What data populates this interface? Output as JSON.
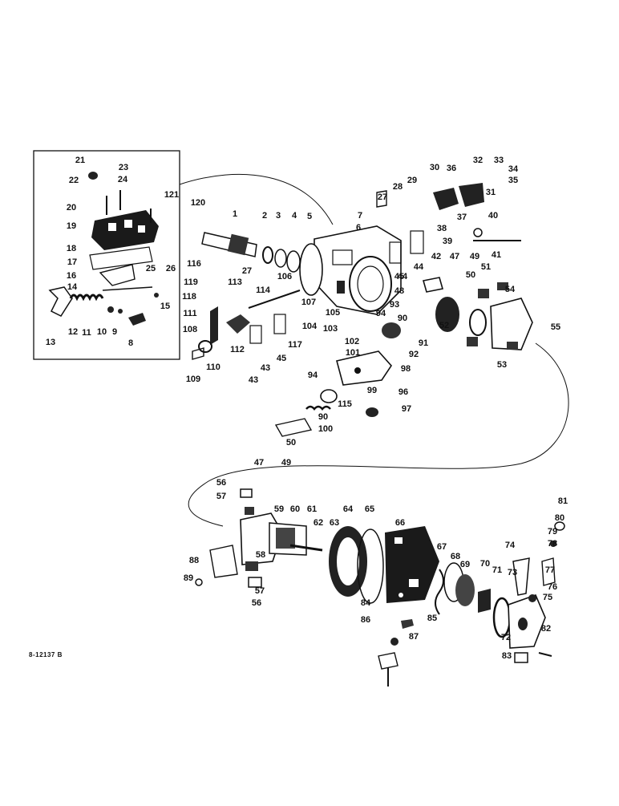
{
  "drawing_number": "8-12137 B",
  "part_callouts": [
    {
      "label": "1"
    },
    {
      "label": "2"
    },
    {
      "label": "3"
    },
    {
      "label": "4"
    },
    {
      "label": "5"
    },
    {
      "label": "6"
    },
    {
      "label": "7"
    },
    {
      "label": "8"
    },
    {
      "label": "9"
    },
    {
      "label": "10"
    },
    {
      "label": "11"
    },
    {
      "label": "12"
    },
    {
      "label": "13"
    },
    {
      "label": "14"
    },
    {
      "label": "15"
    },
    {
      "label": "16"
    },
    {
      "label": "17"
    },
    {
      "label": "18"
    },
    {
      "label": "19"
    },
    {
      "label": "20"
    },
    {
      "label": "21"
    },
    {
      "label": "22"
    },
    {
      "label": "23"
    },
    {
      "label": "24"
    },
    {
      "label": "25"
    },
    {
      "label": "26"
    },
    {
      "label": "27"
    },
    {
      "label": "27"
    },
    {
      "label": "28"
    },
    {
      "label": "29"
    },
    {
      "label": "30"
    },
    {
      "label": "31"
    },
    {
      "label": "32"
    },
    {
      "label": "33"
    },
    {
      "label": "34"
    },
    {
      "label": "35"
    },
    {
      "label": "36"
    },
    {
      "label": "37"
    },
    {
      "label": "38"
    },
    {
      "label": "39"
    },
    {
      "label": "40"
    },
    {
      "label": "41"
    },
    {
      "label": "42"
    },
    {
      "label": "43"
    },
    {
      "label": "43"
    },
    {
      "label": "44"
    },
    {
      "label": "44"
    },
    {
      "label": "45"
    },
    {
      "label": "45"
    },
    {
      "label": "47"
    },
    {
      "label": "47"
    },
    {
      "label": "48"
    },
    {
      "label": "49"
    },
    {
      "label": "49"
    },
    {
      "label": "50"
    },
    {
      "label": "50"
    },
    {
      "label": "51"
    },
    {
      "label": "52"
    },
    {
      "label": "53"
    },
    {
      "label": "54"
    },
    {
      "label": "55"
    },
    {
      "label": "56"
    },
    {
      "label": "56"
    },
    {
      "label": "57"
    },
    {
      "label": "57"
    },
    {
      "label": "58"
    },
    {
      "label": "59"
    },
    {
      "label": "60"
    },
    {
      "label": "61"
    },
    {
      "label": "62"
    },
    {
      "label": "63"
    },
    {
      "label": "64"
    },
    {
      "label": "65"
    },
    {
      "label": "66"
    },
    {
      "label": "67"
    },
    {
      "label": "68"
    },
    {
      "label": "69"
    },
    {
      "label": "70"
    },
    {
      "label": "71"
    },
    {
      "label": "72"
    },
    {
      "label": "73"
    },
    {
      "label": "74"
    },
    {
      "label": "75"
    },
    {
      "label": "76"
    },
    {
      "label": "77"
    },
    {
      "label": "78"
    },
    {
      "label": "79"
    },
    {
      "label": "80"
    },
    {
      "label": "81"
    },
    {
      "label": "82"
    },
    {
      "label": "83"
    },
    {
      "label": "84"
    },
    {
      "label": "85"
    },
    {
      "label": "86"
    },
    {
      "label": "87"
    },
    {
      "label": "88"
    },
    {
      "label": "89"
    },
    {
      "label": "90"
    },
    {
      "label": "90"
    },
    {
      "label": "91"
    },
    {
      "label": "92"
    },
    {
      "label": "93"
    },
    {
      "label": "94"
    },
    {
      "label": "94"
    },
    {
      "label": "96"
    },
    {
      "label": "97"
    },
    {
      "label": "98"
    },
    {
      "label": "99"
    },
    {
      "label": "100"
    },
    {
      "label": "101"
    },
    {
      "label": "102"
    },
    {
      "label": "103"
    },
    {
      "label": "104"
    },
    {
      "label": "105"
    },
    {
      "label": "106"
    },
    {
      "label": "107"
    },
    {
      "label": "108"
    },
    {
      "label": "109"
    },
    {
      "label": "110"
    },
    {
      "label": "111"
    },
    {
      "label": "112"
    },
    {
      "label": "113"
    },
    {
      "label": "114"
    },
    {
      "label": "115"
    },
    {
      "label": "116"
    },
    {
      "label": "117"
    },
    {
      "label": "118"
    },
    {
      "label": "119"
    },
    {
      "label": "120"
    },
    {
      "label": "121"
    }
  ]
}
